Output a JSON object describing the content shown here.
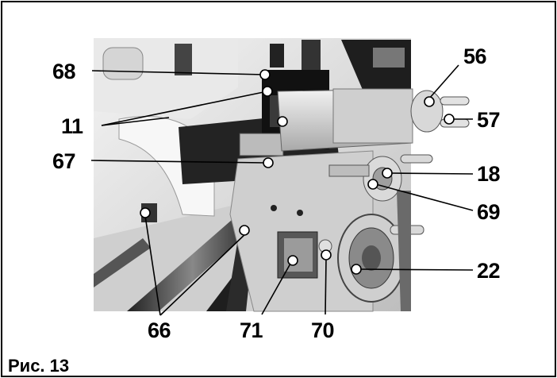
{
  "figure": {
    "caption": "Рис. 13",
    "callouts": [
      "68",
      "11",
      "67",
      "66",
      "71",
      "70",
      "56",
      "57",
      "18",
      "69",
      "22"
    ]
  },
  "colors": {
    "leader": "#000000",
    "marker_fill": "#ffffff"
  }
}
